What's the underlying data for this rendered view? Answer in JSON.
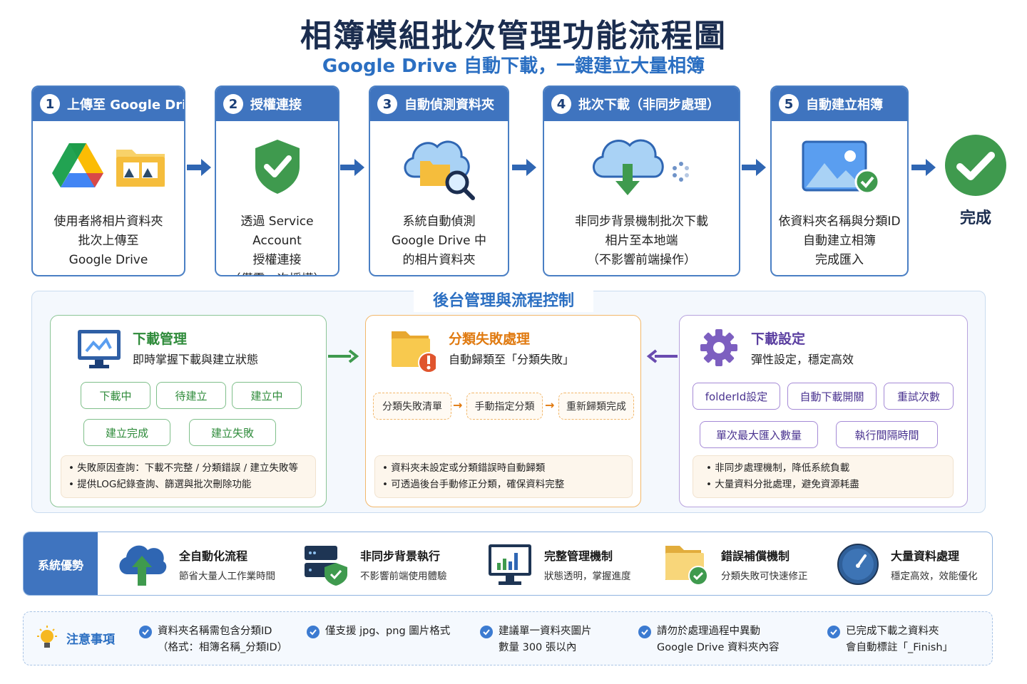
{
  "title": "相簿模組批次管理功能流程圖",
  "subtitle": "Google Drive 自動下載，一鍵建立大量相簿",
  "steps": [
    {
      "num": "1",
      "title": "上傳至 Google Drive",
      "lines": [
        "使用者將相片資料夾",
        "批次上傳至",
        "Google Drive"
      ],
      "icons": [
        "google-drive-icon",
        "photo-folder-icon"
      ]
    },
    {
      "num": "2",
      "title": "授權連接",
      "lines": [
        "透過 Service Account",
        "授權連接",
        "（僅需一次授權）"
      ],
      "icons": [
        "shield-check-icon"
      ]
    },
    {
      "num": "3",
      "title": "自動偵測資料夾",
      "lines": [
        "系統自動偵測",
        "Google Drive 中",
        "的相片資料夾"
      ],
      "icons": [
        "cloud-folder-search-icon"
      ]
    },
    {
      "num": "4",
      "title": "批次下載（非同步處理）",
      "lines": [
        "非同步背景機制批次下載",
        "相片至本地端",
        "（不影響前端操作）"
      ],
      "icons": [
        "cloud-download-icon"
      ]
    },
    {
      "num": "5",
      "title": "自動建立相簿",
      "lines": [
        "依資料夾名稱與分類ID",
        "自動建立相簿",
        "完成匯入"
      ],
      "icons": [
        "image-check-icon"
      ]
    }
  ],
  "done_label": "完成",
  "backend": {
    "title": "後台管理與流程控制",
    "download_mgmt": {
      "title": "下載管理",
      "subtitle": "即時掌握下載與建立狀態",
      "chips": [
        "下載中",
        "待建立",
        "建立中",
        "建立完成",
        "建立失敗"
      ],
      "notes": [
        "• 失敗原因查詢：下載不完整 / 分類錯誤 / 建立失敗等",
        "• 提供LOG紀錄查詢、篩選與批次刪除功能"
      ]
    },
    "fail_handling": {
      "title": "分類失敗處理",
      "subtitle": "自動歸類至「分類失敗」",
      "flow": [
        "分類失敗清單",
        "手動指定分類",
        "重新歸類完成"
      ],
      "notes": [
        "• 資料夾未設定或分類錯誤時自動歸類",
        "• 可透過後台手動修正分類，確保資料完整"
      ]
    },
    "settings": {
      "title": "下載設定",
      "subtitle": "彈性設定，穩定高效",
      "chips": [
        "folderId設定",
        "自動下載開關",
        "重試次數",
        "單次最大匯入數量",
        "執行間隔時間"
      ],
      "notes": [
        "• 非同步處理機制，降低系統負載",
        "• 大量資料分批處理，避免資源耗盡"
      ]
    }
  },
  "advantages": {
    "label": "系統優勢",
    "items": [
      {
        "title": "全自動化流程",
        "desc": "節省大量人工作業時間"
      },
      {
        "title": "非同步背景執行",
        "desc": "不影響前端使用體驗"
      },
      {
        "title": "完整管理機制",
        "desc": "狀態透明，掌握進度"
      },
      {
        "title": "錯誤補償機制",
        "desc": "分類失敗可快速修正"
      },
      {
        "title": "大量資料處理",
        "desc": "穩定高效，效能優化"
      }
    ]
  },
  "notes": {
    "label": "注意事項",
    "items": [
      {
        "l1": "資料夾名稱需包含分類ID",
        "l2": "（格式：相簿名稱_分類ID）"
      },
      {
        "l1": "僅支援 jpg、png 圖片格式",
        "l2": ""
      },
      {
        "l1": "建議單一資料夾圖片",
        "l2": "數量 300 張以內"
      },
      {
        "l1": "請勿於處理過程中異動",
        "l2": "Google Drive 資料夾內容"
      },
      {
        "l1": "已完成下載之資料夾",
        "l2": "會自動標註「_Finish」"
      }
    ]
  },
  "colors": {
    "primary": "#3f74bf",
    "green": "#2e8b3a",
    "orange": "#e07a10",
    "purple": "#6a4bb0"
  }
}
